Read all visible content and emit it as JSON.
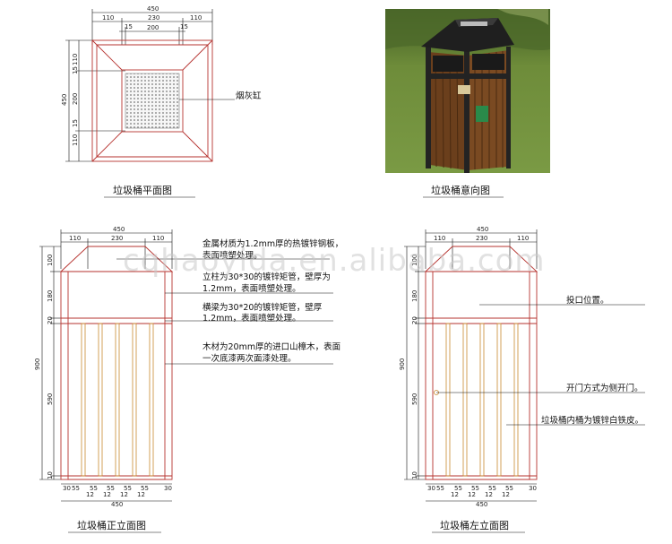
{
  "plan": {
    "title": "垃圾桶平面图",
    "dims_top": {
      "total": "450",
      "a": "110",
      "b": "230",
      "c": "110",
      "d": "15",
      "e": "200",
      "f": "15"
    },
    "dims_left": {
      "total": "450",
      "a": "110",
      "b": "15",
      "c": "200",
      "d": "15",
      "e": "110"
    },
    "label": "烟灰缸"
  },
  "photo": {
    "title": "垃圾桶意向图",
    "colors": {
      "grass": "#6e8c3a",
      "wood": "#7a4a22",
      "metal": "#232323"
    }
  },
  "front": {
    "title": "垃圾桶正立面图",
    "dims_top": {
      "total": "450",
      "a": "110",
      "b": "230",
      "c": "110"
    },
    "dims_left": {
      "a": "100",
      "b": "180",
      "c": "20",
      "d": "590",
      "e": "10",
      "total": "900"
    },
    "dims_bottom": {
      "row1": [
        "30",
        "55",
        "12",
        "55",
        "12",
        "55",
        "12",
        "55",
        "12",
        "55",
        "30"
      ],
      "total": "450"
    },
    "notes": [
      "金属材质为1.2mm厚的热镀锌钢板，",
      "表面喷塑处理。",
      "立柱为30*30的镀锌矩管，壁厚为",
      "1.2mm，表面喷塑处理。",
      "横梁为30*20的镀锌矩管，壁厚",
      "1.2mm，表面喷塑处理。",
      "木材为20mm厚的进口山樟木，表面",
      "一次底漆两次面漆处理。"
    ]
  },
  "side": {
    "title": "垃圾桶左立面图",
    "dims_top": {
      "total": "450",
      "a": "110",
      "b": "230",
      "c": "110"
    },
    "dims_left": {
      "a": "100",
      "b": "180",
      "c": "20",
      "d": "590",
      "e": "10",
      "total": "900"
    },
    "dims_bottom": {
      "row1": [
        "30",
        "55",
        "12",
        "55",
        "12",
        "55",
        "12",
        "55",
        "12",
        "55",
        "30"
      ],
      "total": "450"
    },
    "notes": [
      "投口位置。",
      "开门方式为侧开门。",
      "垃圾桶内桶为镀锌白铁皮。"
    ]
  },
  "watermark": "cqhaoyida.en.alibaba.com"
}
